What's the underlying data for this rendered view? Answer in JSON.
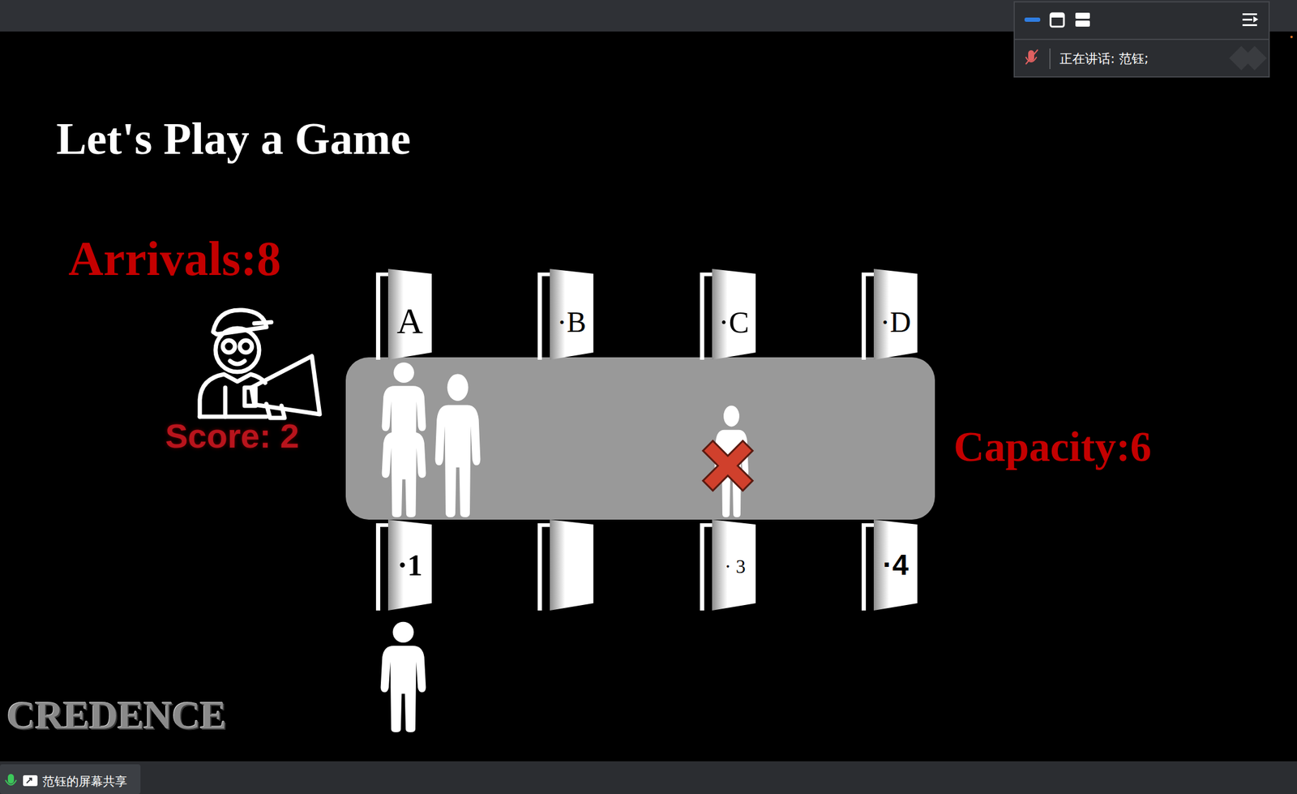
{
  "diagram": {
    "title": "Let's Play a Game",
    "nodes": [
      {
        "text": [
          "正在讲话: 范钰;"
        ]
      },
      {
        "text": [
          "A"
        ]
      },
      {
        "text": [
          "·B"
        ]
      },
      {
        "text": [
          "·C"
        ]
      },
      {
        "text": [
          "·D"
        ]
      },
      {
        "text": [
          "·1"
        ]
      },
      {
        "text": [
          "· 3"
        ]
      },
      {
        "text": [
          "·4"
        ]
      }
    ],
    "labels": [
      "Arrivals:8",
      "Score: 2",
      "Capacity:6",
      "CREDENCE",
      "范钰的屏幕共享"
    ]
  }
}
